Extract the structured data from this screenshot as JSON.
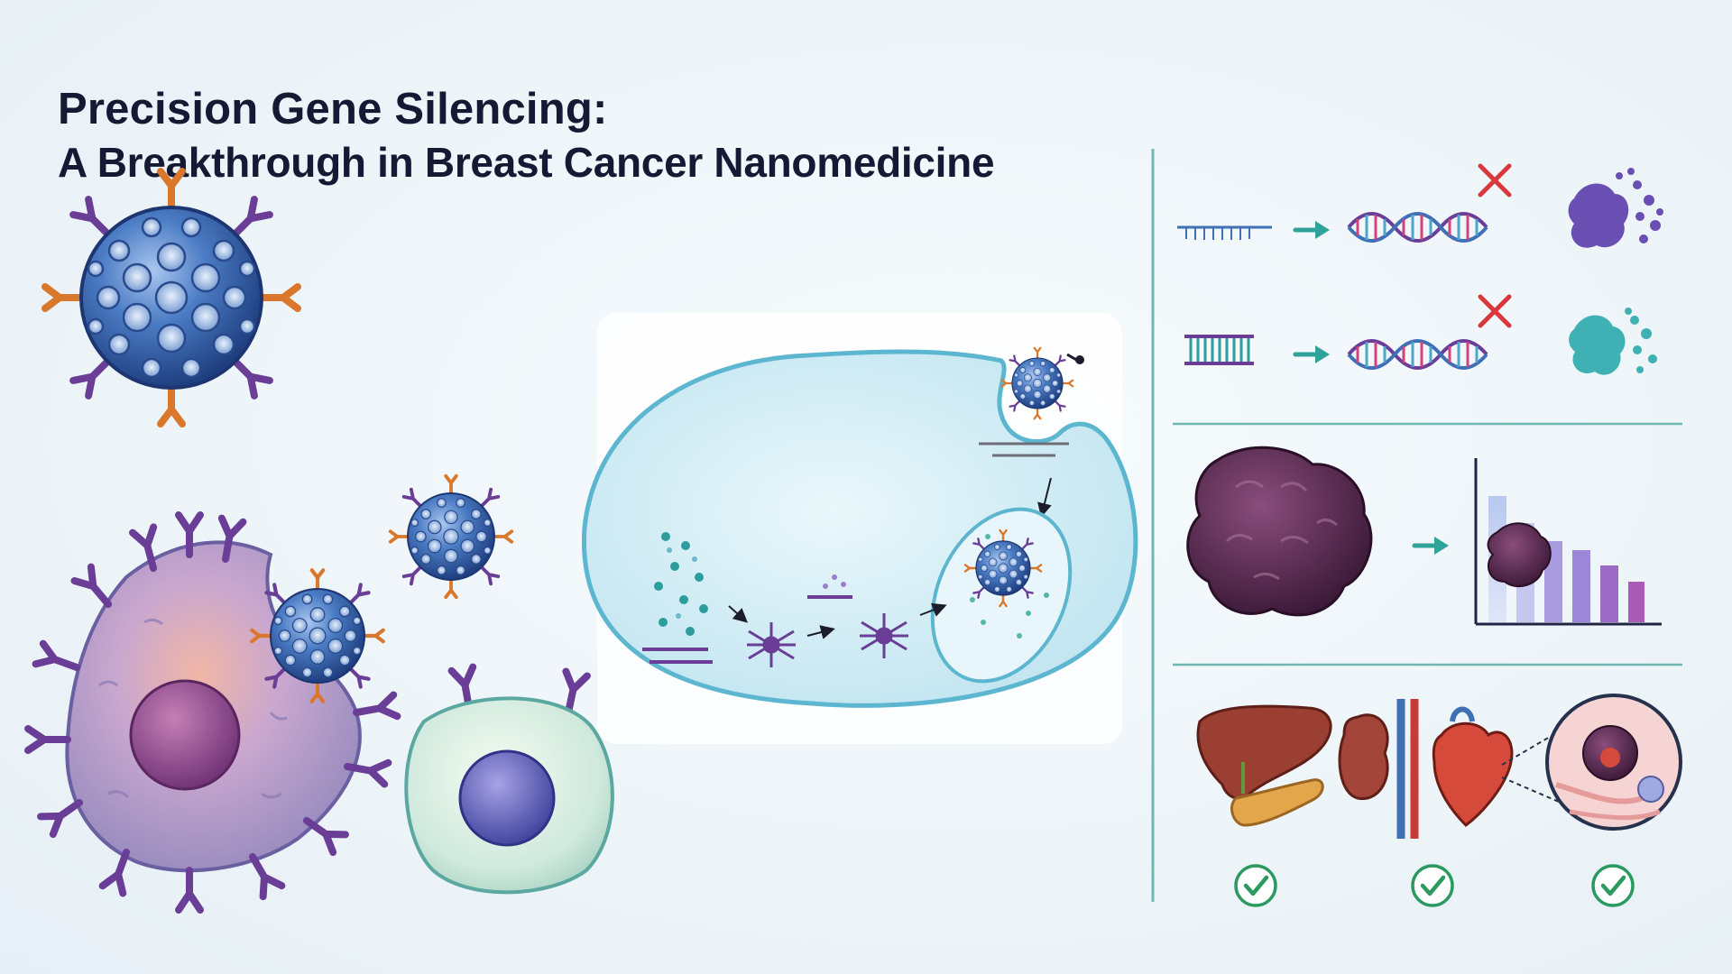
{
  "title": {
    "line1": "Precision Gene Silencing:",
    "line2": "A Breakthrough in Breast Cancer Nanomedicine"
  },
  "colors": {
    "nanoparticle": "#3f6fb5",
    "antibody_purple": "#6a3d96",
    "antibody_orange": "#d9782c",
    "membrane": "#5cb6cf",
    "divider": "#6fb7b0",
    "arrow_teal": "#2fa39a",
    "cross_red": "#d8383c",
    "check_green": "#2a9a60"
  },
  "panels": {
    "left": [
      "targeted-nanoparticle",
      "tumor-cell-binding",
      "healthy-cell"
    ],
    "center": [
      "endocytosis",
      "endosome-escape",
      "sirna-release"
    ],
    "right": [
      "mrna-silencing",
      "tumor-reduction",
      "organ-safety"
    ]
  }
}
